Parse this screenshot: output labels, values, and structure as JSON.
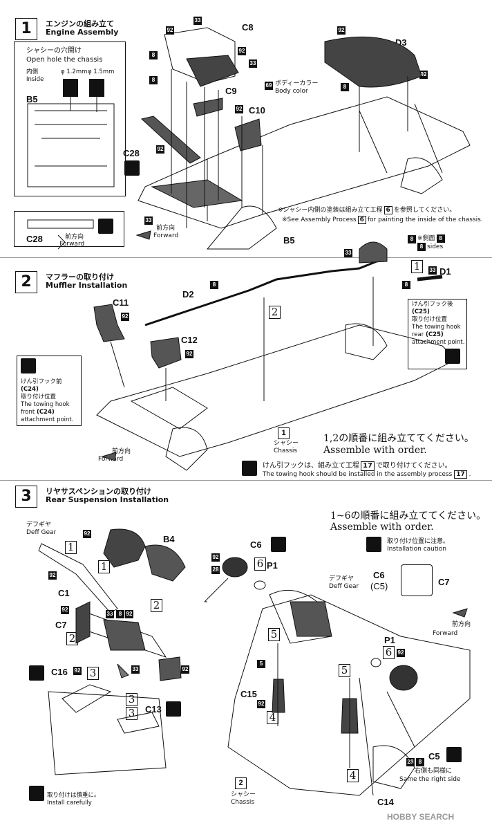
{
  "steps": [
    {
      "num": "1",
      "jp": "エンジンの組み立て",
      "en": "Engine Assembly"
    },
    {
      "num": "2",
      "jp": "マフラーの取り付け",
      "en": "Muffler Installation"
    },
    {
      "num": "3",
      "jp": "リヤサスペンションの取り付け",
      "en": "Rear Suspension Installation"
    }
  ],
  "step1": {
    "hole_jp": "シャシーの穴開け",
    "hole_en": "Open hole the chassis",
    "inside_jp": "内側",
    "inside_en": "Inside",
    "dia1": "φ 1.2mm",
    "dia2": "φ 1.5mm",
    "b5": "B5",
    "c28": "C28",
    "c8": "C8",
    "c9": "C9",
    "c10": "C10",
    "d3": "D3",
    "b5b": "B5",
    "body_jp": "ボディーカラー",
    "body_en": "Body color",
    "color_no": "69",
    "note_jp": "※シャシー内側の塗装は組み立て工程",
    "note_jp2": "を参照してください。",
    "note_step": "6",
    "note_en": "※See Assembly Process",
    "note_en2": "for painting the inside of the chassis.",
    "forward_jp": "前方向",
    "forward_en": "Forward",
    "p92": "92",
    "p8": "8",
    "p33": "33"
  },
  "step2": {
    "c11": "C11",
    "c12": "C12",
    "d2": "D2",
    "d1": "D1",
    "sides_jp": "※側面",
    "sides_en": "sides",
    "rear_jp1": "けん引フック後",
    "rear_part": "(C25)",
    "rear_jp2": "取り付け位置",
    "rear_en1": "The towing hook",
    "rear_en2": "rear",
    "rear_en3": "attachment point.",
    "front_jp1": "けん引フック前",
    "front_part": "(C24)",
    "front_jp2": "取り付け位置",
    "front_en1": "The towing hook",
    "front_en2": "front",
    "front_en3": "attachment point.",
    "chassis_jp": "シャシー",
    "chassis_en": "Chassis",
    "order_jp": "1,2の順番に組み立ててください。",
    "order_en": "Assemble with order.",
    "hook_jp": "けん引フックは、組み立て工程",
    "hook_jp2": "で取り付けてください。",
    "hook_en": "The towing hook should be installed in the assembly process",
    "hook_step": "17",
    "forward_jp": "前方向",
    "forward_en": "Forward"
  },
  "step3": {
    "order_jp": "1~6の順番に組み立ててください。",
    "order_en": "Assemble with order.",
    "deff_jp": "デフギヤ",
    "deff_en": "Deff Gear",
    "b4": "B4",
    "c1": "C1",
    "c7": "C7",
    "c16": "C16",
    "c13": "C13",
    "c6": "C6",
    "p1": "P1",
    "c15": "C15",
    "c14": "C14",
    "c5": "C5",
    "caution_jp": "取り付け位置に注意。",
    "caution_en": "Installation caution",
    "c6b": "C6",
    "c5b": "(C5)",
    "c7b": "C7",
    "careful_jp": "取り付けは慎重に。",
    "careful_en": "Install carefully",
    "right_jp": "右側も同様に",
    "right_en": "Same the right side",
    "chassis_jp": "シャシー",
    "chassis_en": "Chassis",
    "chassis_step": "2",
    "forward_jp": "前方向",
    "forward_en": "Forward"
  },
  "watermark": "HOBBY SEARCH"
}
